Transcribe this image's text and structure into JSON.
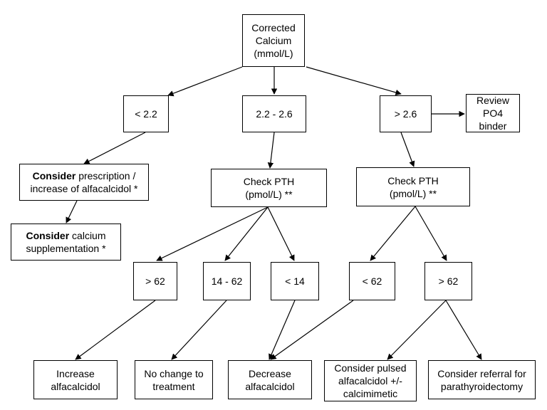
{
  "nodes": {
    "calcium": "Corrected\nCalcium\n(mmol/L)",
    "lt22": "< 2.2",
    "mid": "2.2 - 2.6",
    "gt26": "> 2.6",
    "review": "Review\nPO4\nbinder",
    "consider_presc": {
      "bold": "Consider",
      "rest": " prescription /\nincrease of alfacalcidol *"
    },
    "consider_calc": {
      "bold": "Consider",
      "rest": " calcium\nsupplementation *"
    },
    "pth_mid": "Check PTH\n(pmol/L) **",
    "pth_right": "Check PTH\n(pmol/L) **",
    "gt62_left": "> 62",
    "r14_62": "14 - 62",
    "lt14": "< 14",
    "lt62": "< 62",
    "gt62_right": "> 62",
    "increase": "Increase\nalfacalcidol",
    "nochange": "No change to\ntreatment",
    "decrease": "Decrease\nalfacalcidol",
    "pulsed": "Consider pulsed\nalfacalcidol +/-\ncalcimimetic",
    "referral": "Consider referral for\nparathyroidectomy"
  }
}
